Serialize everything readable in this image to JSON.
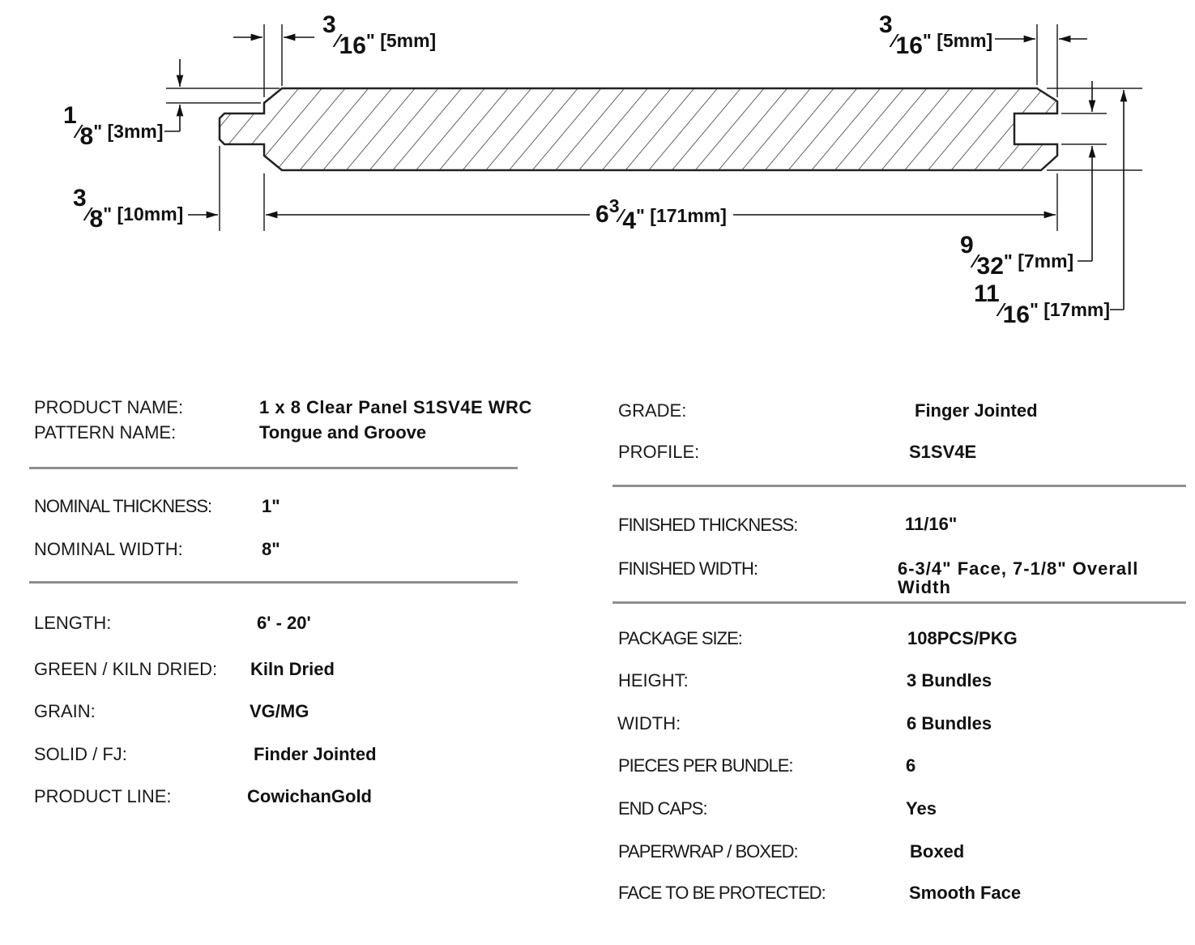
{
  "drawing": {
    "dims": {
      "left_gap": {
        "num": "3",
        "den": "16",
        "rest": "\" [5mm]"
      },
      "right_gap": {
        "num": "3",
        "den": "16",
        "rest": "\" [5mm]"
      },
      "tongue_thickness": {
        "num": "1",
        "den": "8",
        "rest": "\" [3mm]"
      },
      "tongue_length": {
        "num": "3",
        "den": "8",
        "rest": "\" [10mm]"
      },
      "face_width": {
        "whole": "6",
        "num": "3",
        "den": "4",
        "rest": "\" [171mm]"
      },
      "groove_offset": {
        "num": "9",
        "den": "32",
        "rest": "\" [7mm]"
      },
      "thickness": {
        "num": "11",
        "den": "16",
        "rest": "\" [17mm]"
      }
    }
  },
  "left": {
    "product_name": {
      "label": "PRODUCT NAME:",
      "value": "1 x 8 Clear Panel S1SV4E WRC"
    },
    "pattern_name": {
      "label": "PATTERN NAME:",
      "value": "Tongue and Groove"
    },
    "nominal_thickness": {
      "label": "NOMINAL THICKNESS:",
      "value": "1\""
    },
    "nominal_width": {
      "label": "NOMINAL WIDTH:",
      "value": "8\""
    },
    "length": {
      "label": "LENGTH:",
      "value": "6' - 20'"
    },
    "green_kiln": {
      "label": "GREEN / KILN DRIED:",
      "value": "Kiln Dried"
    },
    "grain": {
      "label": "GRAIN:",
      "value": "VG/MG"
    },
    "solid_fj": {
      "label": "SOLID / FJ:",
      "value": "Finder Jointed"
    },
    "product_line": {
      "label": "PRODUCT LINE:",
      "value": "CowichanGold"
    }
  },
  "right": {
    "grade": {
      "label": "GRADE:",
      "value": "Finger Jointed"
    },
    "profile": {
      "label": "PROFILE:",
      "value": "S1SV4E"
    },
    "finished_thickness": {
      "label": "FINISHED THICKNESS:",
      "value": "11/16\""
    },
    "finished_width": {
      "label": "FINISHED WIDTH:",
      "value": "6-3/4\"  Face, 7-1/8\"  Overall Width"
    },
    "package_size": {
      "label": "PACKAGE SIZE:",
      "value": "108PCS/PKG"
    },
    "height": {
      "label": "HEIGHT:",
      "value": "3  Bundles"
    },
    "width": {
      "label": "WIDTH:",
      "value": "6  Bundles"
    },
    "pieces_per_bundle": {
      "label": "PIECES PER BUNDLE:",
      "value": "6"
    },
    "end_caps": {
      "label": "END CAPS:",
      "value": "Yes"
    },
    "paperwrap": {
      "label": "PAPERWRAP / BOXED:",
      "value": "Boxed"
    },
    "face_protected": {
      "label": "FACE TO BE PROTECTED:",
      "value": "Smooth Face"
    }
  }
}
